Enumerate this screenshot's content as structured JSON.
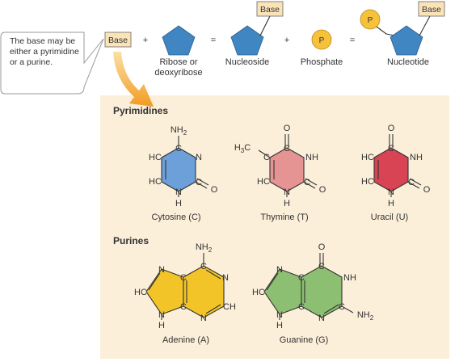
{
  "callout": {
    "text": "The base may be either a pyrimidine or a purine."
  },
  "equation": {
    "base": "Base",
    "plus": "+",
    "equals": "=",
    "sugar_line1": "Ribose or",
    "sugar_line2": "deoxyribose",
    "nucleoside": "Nucleoside",
    "phosphate": "Phosphate",
    "phosphate_symbol": "P",
    "nucleotide": "Nucleotide"
  },
  "pyrimidines": {
    "heading": "Pyrimidines",
    "cytosine": "Cytosine (C)",
    "thymine": "Thymine (T)",
    "uracil": "Uracil (U)"
  },
  "purines": {
    "heading": "Purines",
    "adenine": "Adenine (A)",
    "guanine": "Guanine (G)"
  },
  "atoms": {
    "N": "N",
    "C": "C",
    "O": "O",
    "H": "H",
    "HC": "HC",
    "CH": "CH",
    "NH": "NH",
    "H3C": "H3C",
    "NH2": "NH2"
  },
  "colors": {
    "panel": "#fbefd9",
    "pentagon": "#3f86c3",
    "phosphate": "#f6c23a",
    "base_box": "#fbe3b8",
    "arrow": "#f2a22a",
    "cytosine": "#6d9fd8",
    "thymine": "#e59393",
    "uracil": "#d94455",
    "adenine": "#f2c428",
    "guanine": "#8cbf72"
  }
}
